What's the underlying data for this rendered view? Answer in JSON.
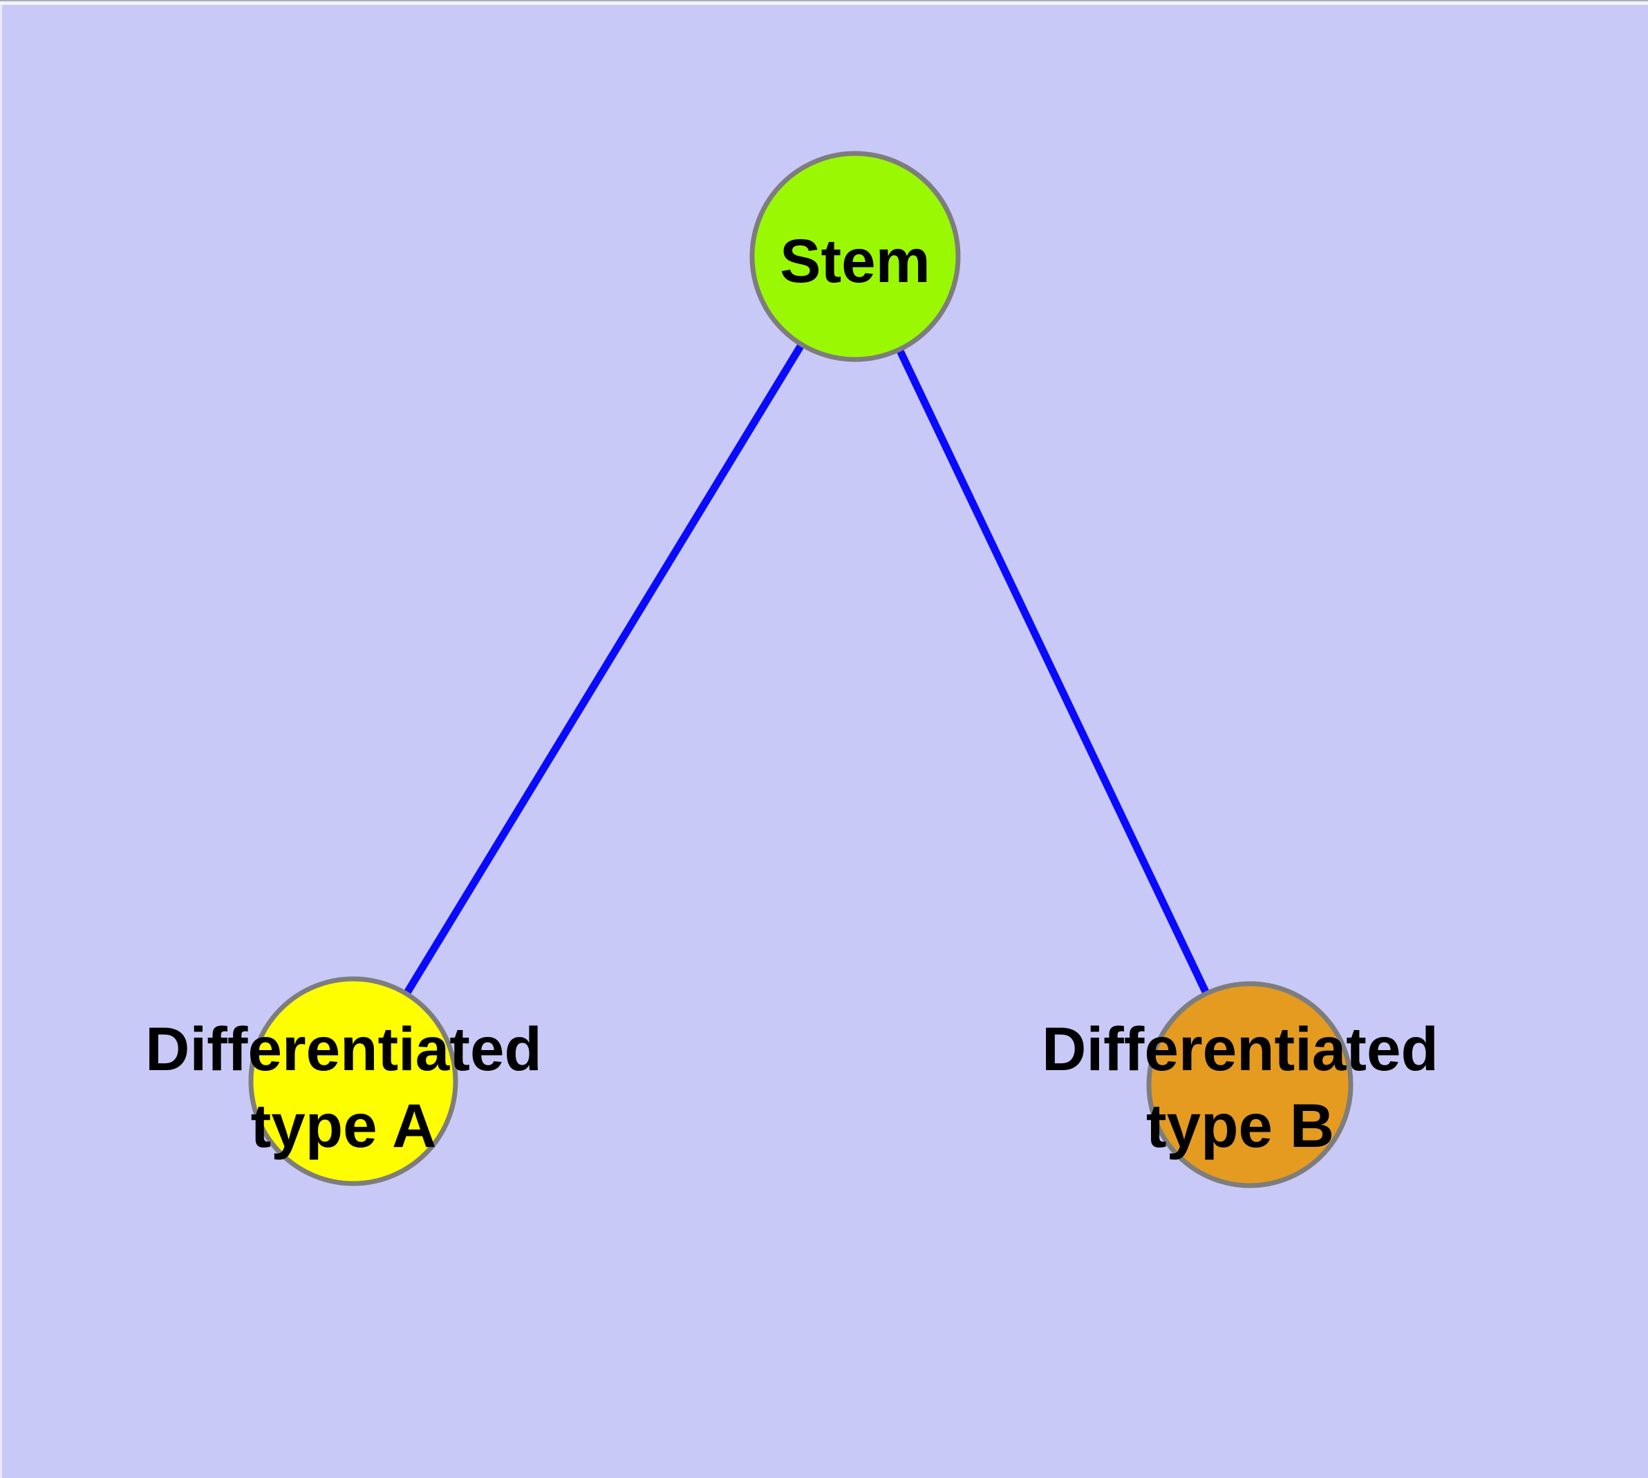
{
  "diagram": {
    "background_color": "#C9C9F7",
    "edge_color": "#0A0AFF",
    "node_border_color": "#7D7D7D",
    "label_color": "#000000",
    "nodes": {
      "stem": {
        "label": "Stem",
        "fill": "#9AF902"
      },
      "type_a": {
        "label_line1": "Differentiated",
        "label_line2": "type A",
        "fill": "#FEFE00"
      },
      "type_b": {
        "label_line1": "Differentiated",
        "label_line2": "type B",
        "fill": "#E49B20"
      }
    },
    "edges": [
      {
        "from": "Stem",
        "to": "Differentiated type A",
        "color": "#0A0AFF"
      },
      {
        "from": "Stem",
        "to": "Differentiated type B",
        "color": "#0A0AFF"
      }
    ]
  },
  "chrome": {
    "top_line_color": "#ABABC0",
    "top_strip_color": "#F4F4FD",
    "left_strip_color": "#E9E9F9"
  }
}
